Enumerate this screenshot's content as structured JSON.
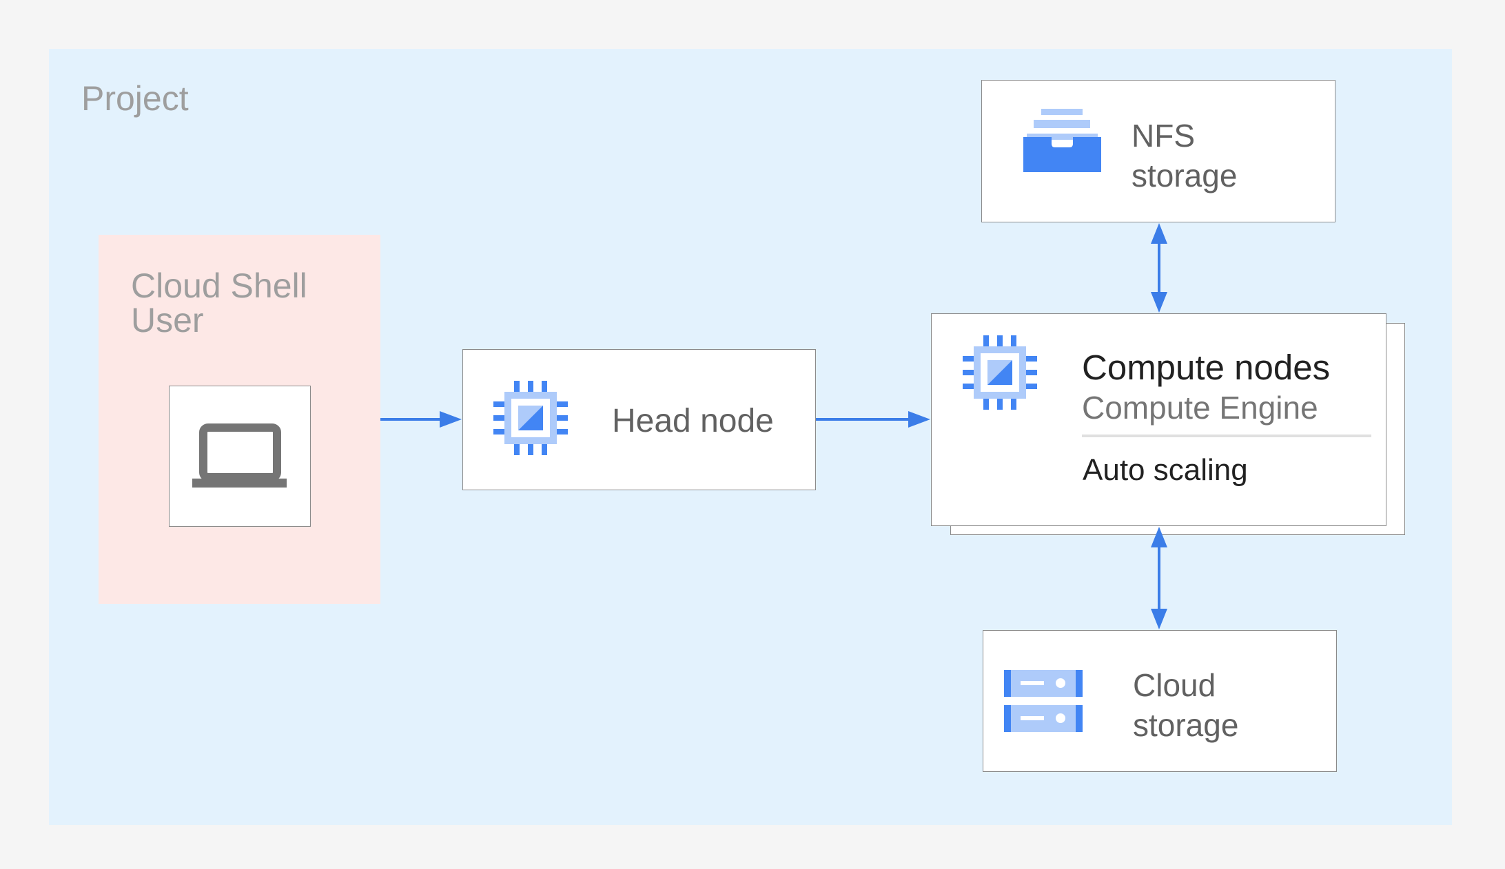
{
  "project": {
    "label": "Project"
  },
  "user_zone": {
    "line1": "Cloud Shell",
    "line2": "User"
  },
  "head_node": {
    "label": "Head node"
  },
  "compute_nodes": {
    "title": "Compute nodes",
    "subtitle": "Compute Engine",
    "feature": "Auto scaling"
  },
  "nfs_storage": {
    "line1": "NFS",
    "line2": "storage"
  },
  "cloud_storage": {
    "line1": "Cloud",
    "line2": "storage"
  },
  "colors": {
    "background": "#f5f5f5",
    "project_area": "#e3f2fd",
    "user_area": "#fde8e6",
    "arrow": "#3b7de8",
    "icon_dark_blue": "#4285f4",
    "icon_light_blue": "#aecbfa",
    "laptop_gray": "#757575"
  },
  "icons": {
    "laptop": "laptop-icon",
    "head_node": "chip-icon",
    "compute_nodes": "chip-icon",
    "nfs": "file-storage-icon",
    "cloud_storage": "storage-icon"
  }
}
